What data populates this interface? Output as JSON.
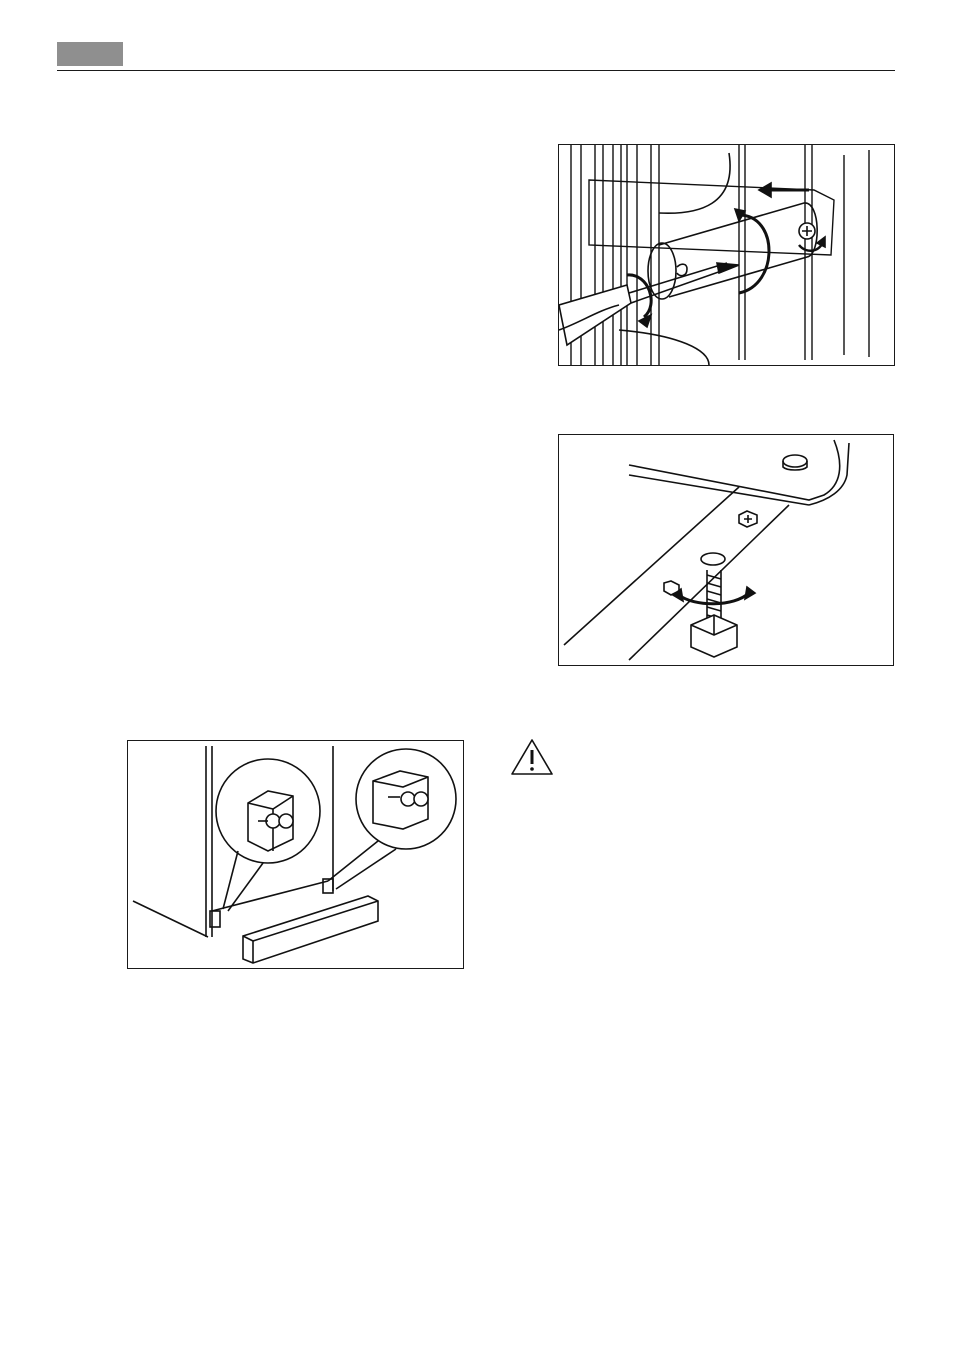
{
  "header": {
    "tab_color": "#8f8f8f",
    "rule_color": "#1a1a1a"
  },
  "figures": [
    {
      "id": "screwdriver-hinge",
      "icon": "screwdriver-illustration"
    },
    {
      "id": "adjustable-foot",
      "icon": "adjustable-foot-illustration"
    },
    {
      "id": "plinth-brackets",
      "icon": "plinth-bracket-illustration"
    }
  ],
  "warning": {
    "icon": "warning-triangle-icon"
  }
}
